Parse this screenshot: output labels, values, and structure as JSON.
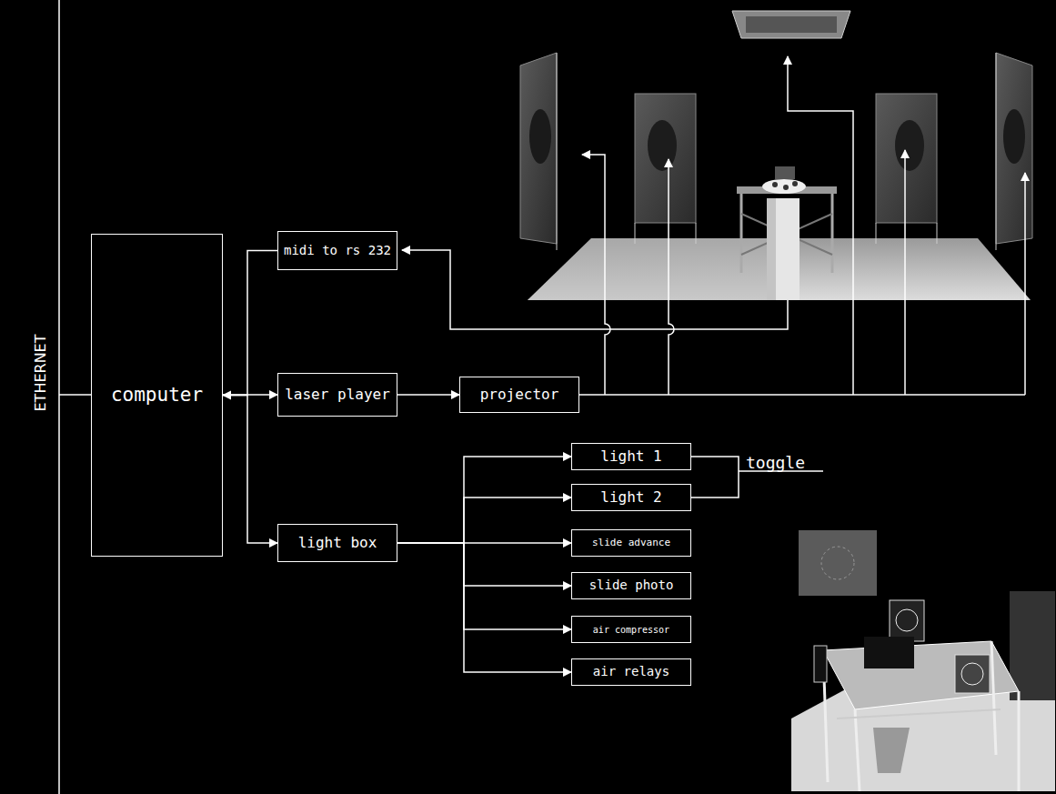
{
  "diagram": {
    "nodes": [
      {
        "text": [
          "computer"
        ]
      },
      {
        "text": [
          "midi to rs 232"
        ]
      },
      {
        "text": [
          "laser player"
        ]
      },
      {
        "text": [
          "projector"
        ]
      },
      {
        "text": [
          "light box"
        ]
      },
      {
        "text": [
          "light 1"
        ]
      },
      {
        "text": [
          "light 2"
        ]
      },
      {
        "text": [
          "slide advance"
        ]
      },
      {
        "text": [
          "slide photo"
        ]
      },
      {
        "text": [
          "air compressor"
        ]
      },
      {
        "text": [
          "air relays"
        ]
      }
    ],
    "edges": [
      {
        "from": 1,
        "to": 0,
        "arrow": "to"
      },
      {
        "from": 0,
        "to": 2,
        "arrow": "to"
      },
      {
        "from": 2,
        "to": 3,
        "arrow": "to"
      },
      {
        "from": 0,
        "to": 4,
        "arrow": "to"
      },
      {
        "from": 4,
        "to": 5,
        "arrow": "to"
      },
      {
        "from": 4,
        "to": 6,
        "arrow": "to"
      },
      {
        "from": 4,
        "to": 7,
        "arrow": "to"
      },
      {
        "from": 4,
        "to": 8,
        "arrow": "to"
      },
      {
        "from": 4,
        "to": 9,
        "arrow": "to"
      },
      {
        "from": 4,
        "to": 10,
        "arrow": "to"
      }
    ],
    "labels": [
      "ETHERNET",
      "toggle"
    ]
  }
}
